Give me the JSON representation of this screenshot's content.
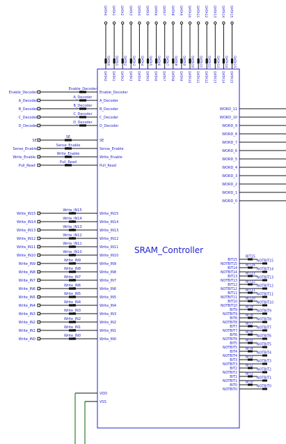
{
  "controller": {
    "title": "SRAM_Controller",
    "power_pins": [
      "VDD",
      "VSS"
    ]
  },
  "top_data_pins": [
    "DATA0",
    "DATA1",
    "DATA2",
    "DATA3",
    "DATA4",
    "DATA5",
    "DATA6",
    "DATA7",
    "DATA8",
    "DATA9",
    "DATA10",
    "DATA11",
    "DATA12",
    "DATA13",
    "DATA14",
    "DATA15"
  ],
  "left_control_pins": [
    {
      "port": "Enable_Decoder",
      "net": "Enable_Decoder",
      "pin": "Enable_Decoder"
    },
    {
      "port": "A_Decoder",
      "net": "A_Decoder",
      "pin": "A_Decoder"
    },
    {
      "port": "B_Decoder",
      "net": "B_Decoder",
      "pin": "B_Decoder"
    },
    {
      "port": "C_Decoder",
      "net": "C_Decoder",
      "pin": "C_Decoder"
    },
    {
      "port": "D_Decoder",
      "net": "D_Decoder",
      "pin": "D_Decoder"
    }
  ],
  "left_se_pins": [
    {
      "port": "SE",
      "net": "SE",
      "pin": "SE"
    },
    {
      "port": "Sense_Enable",
      "net": "Sense_Enable",
      "pin": "Sense_Enable"
    },
    {
      "port": "Write_Enable",
      "net": "Write_Enable",
      "pin": "Write_Enable"
    },
    {
      "port": "Pull_Read",
      "net": "Pull_Read",
      "pin": "Pull_Read"
    }
  ],
  "left_write_pins": [
    {
      "port": "Write_IN15",
      "net": "Write_IN15",
      "pin": "Write_IN15"
    },
    {
      "port": "Write_IN14",
      "net": "Write_IN14",
      "pin": "Write_IN14"
    },
    {
      "port": "Write_IN13",
      "net": "Write_IN13",
      "pin": "Write_IN13"
    },
    {
      "port": "Write_IN12",
      "net": "Write_IN12",
      "pin": "Write_IN12"
    },
    {
      "port": "Write_IN11",
      "net": "Write_IN11",
      "pin": "Write_IN11"
    },
    {
      "port": "Write_IN10",
      "net": "Write_IN10",
      "pin": "Write_IN10"
    },
    {
      "port": "Write_IN9",
      "net": "Write_IN9",
      "pin": "Write_IN9"
    },
    {
      "port": "Write_IN8",
      "net": "Write_IN8",
      "pin": "Write_IN8"
    },
    {
      "port": "Write_IN7",
      "net": "Write_IN7",
      "pin": "Write_IN7"
    },
    {
      "port": "Write_IN6",
      "net": "Write_IN6",
      "pin": "Write_IN6"
    },
    {
      "port": "Write_IN5",
      "net": "Write_IN5",
      "pin": "Write_IN5"
    },
    {
      "port": "Write_IN4",
      "net": "Write_IN4",
      "pin": "Write_IN4"
    },
    {
      "port": "Write_IN3",
      "net": "Write_IN3",
      "pin": "Write_IN3"
    },
    {
      "port": "Write_IN2",
      "net": "Write_IN2",
      "pin": "Write_IN2"
    },
    {
      "port": "Write_IN1",
      "net": "Write_IN1",
      "pin": "Write_IN1"
    },
    {
      "port": "Write_IN0",
      "net": "Write_IN0",
      "pin": "Write_IN0"
    }
  ],
  "right_word_pins": [
    "WORD_11",
    "WORD_10",
    "WORD_9",
    "WORD_8",
    "WORD_7",
    "WORD_6",
    "WORD_5",
    "WORD_4",
    "WORD_3",
    "WORD_2",
    "WORD_1",
    "WORD_0"
  ],
  "right_bit_pins": [
    {
      "bit": "BIT15",
      "notbit": "NOTBIT15",
      "net": "BIT15",
      "netnot": "NOTBIT15"
    },
    {
      "bit": "BIT14",
      "notbit": "NOTBIT14",
      "net": "BIT14",
      "netnot": "NOTBIT14"
    },
    {
      "bit": "BIT13",
      "notbit": "NOTBIT13",
      "net": "BIT13",
      "netnot": "NOTBIT13"
    },
    {
      "bit": "BIT12",
      "notbit": "NOTBIT12",
      "net": "BIT12",
      "netnot": "NOTBIT12"
    },
    {
      "bit": "BIT11",
      "notbit": "NOTBIT11",
      "net": "BIT11",
      "netnot": "NOTBIT11"
    },
    {
      "bit": "BIT10",
      "notbit": "NOTBIT10",
      "net": "BIT10",
      "netnot": "NOTBIT10"
    },
    {
      "bit": "BIT9",
      "notbit": "NOTBIT9",
      "net": "BIT9",
      "netnot": "NOTBIT9"
    },
    {
      "bit": "BIT8",
      "notbit": "NOTBIT8",
      "net": "BIT8",
      "netnot": "NOTBIT8"
    },
    {
      "bit": "BIT7",
      "notbit": "NOTBIT7",
      "net": "BIT7",
      "netnot": "NOTBIT7"
    },
    {
      "bit": "BIT6",
      "notbit": "NOTBIT6",
      "net": "BIT6",
      "netnot": "NOTBIT6"
    },
    {
      "bit": "BIT5",
      "notbit": "NOTBIT5",
      "net": "BIT5",
      "netnot": "NOTBIT5"
    },
    {
      "bit": "BIT4",
      "notbit": "NOTBIT4",
      "net": "BIT4",
      "netnot": "NOTBIT4"
    },
    {
      "bit": "BIT3",
      "notbit": "NOTBIT3",
      "net": "BIT3",
      "netnot": "NOTBIT3"
    },
    {
      "bit": "BIT2",
      "notbit": "NOTBIT2",
      "net": "BIT2",
      "netnot": "NOTBIT2"
    },
    {
      "bit": "BIT1",
      "notbit": "NOTBIT1",
      "net": "BIT1",
      "netnot": "NOTBIT1"
    },
    {
      "bit": "BIT0",
      "notbit": "NOTBIT0",
      "net": "BIT0",
      "netnot": "NOTBIT0"
    }
  ],
  "colors": {
    "symbol": "#2222cc",
    "wire": "#111111",
    "offsheet_wire": "#006400",
    "background": "#ffffff"
  }
}
